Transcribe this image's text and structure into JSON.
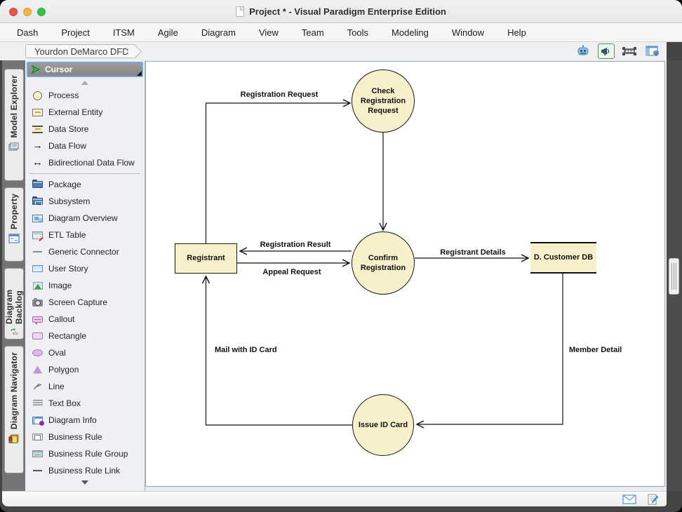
{
  "window": {
    "title": "Project * - Visual Paradigm Enterprise Edition"
  },
  "menu": {
    "items": [
      "Dash",
      "Project",
      "ITSM",
      "Agile",
      "Diagram",
      "View",
      "Team",
      "Tools",
      "Modeling",
      "Window",
      "Help"
    ]
  },
  "toolbar": {
    "breadcrumb": "Yourdon DeMarco DFD",
    "icons": [
      "robot-assistant-icon",
      "megaphone-icon",
      "fit-size-icon",
      "panel-layout-icon"
    ]
  },
  "side_tabs": {
    "items": [
      {
        "label": "Model Explorer",
        "icon": "model-explorer-icon"
      },
      {
        "label": "Property",
        "icon": "property-icon"
      },
      {
        "label": "Diagram Backlog",
        "icon": "diagram-backlog-icon"
      },
      {
        "label": "Diagram Navigator",
        "icon": "diagram-navigator-icon"
      }
    ]
  },
  "palette": {
    "selected": "Cursor",
    "items": [
      {
        "label": "Cursor",
        "icon": "cursor-icon"
      },
      {
        "label": "Process",
        "icon": "process-icon"
      },
      {
        "label": "External Entity",
        "icon": "external-entity-icon"
      },
      {
        "label": "Data Store",
        "icon": "data-store-icon"
      },
      {
        "label": "Data Flow",
        "icon": "data-flow-icon"
      },
      {
        "label": "Bidirectional Data Flow",
        "icon": "bidirectional-data-flow-icon"
      },
      {
        "label": "Package",
        "icon": "package-icon"
      },
      {
        "label": "Subsystem",
        "icon": "subsystem-icon"
      },
      {
        "label": "Diagram Overview",
        "icon": "diagram-overview-icon"
      },
      {
        "label": "ETL Table",
        "icon": "etl-table-icon"
      },
      {
        "label": "Generic Connector",
        "icon": "generic-connector-icon"
      },
      {
        "label": "User Story",
        "icon": "user-story-icon"
      },
      {
        "label": "Image",
        "icon": "image-icon"
      },
      {
        "label": "Screen Capture",
        "icon": "screen-capture-icon"
      },
      {
        "label": "Callout",
        "icon": "callout-icon"
      },
      {
        "label": "Rectangle",
        "icon": "rectangle-icon"
      },
      {
        "label": "Oval",
        "icon": "oval-icon"
      },
      {
        "label": "Polygon",
        "icon": "polygon-icon"
      },
      {
        "label": "Line",
        "icon": "line-icon"
      },
      {
        "label": "Text Box",
        "icon": "text-box-icon"
      },
      {
        "label": "Diagram Info",
        "icon": "diagram-info-icon"
      },
      {
        "label": "Business Rule",
        "icon": "business-rule-icon"
      },
      {
        "label": "Business Rule Group",
        "icon": "business-rule-group-icon"
      },
      {
        "label": "Business Rule Link",
        "icon": "business-rule-link-icon"
      }
    ]
  },
  "diagram": {
    "type": "Yourdon DeMarco Data Flow Diagram",
    "processes": [
      {
        "label": "Check Registration Request"
      },
      {
        "label": "Confirm Registration"
      },
      {
        "label": "Issue ID Card"
      }
    ],
    "external_entities": [
      {
        "label": "Registrant"
      }
    ],
    "data_stores": [
      {
        "label": "D. Customer DB"
      }
    ],
    "flows": [
      {
        "label": "Registration Request",
        "from": "Registrant",
        "to": "Check Registration Request"
      },
      {
        "label": "",
        "from": "Check Registration Request",
        "to": "Confirm Registration"
      },
      {
        "label": "Registration Result",
        "from": "Confirm Registration",
        "to": "Registrant"
      },
      {
        "label": "Appeal Request",
        "from": "Registrant",
        "to": "Confirm Registration"
      },
      {
        "label": "Registrant Details",
        "from": "Confirm Registration",
        "to": "D. Customer DB"
      },
      {
        "label": "Member Detail",
        "from": "D. Customer DB",
        "to": "Issue ID Card"
      },
      {
        "label": "Mail with ID Card",
        "from": "Issue ID Card",
        "to": "Registrant"
      }
    ],
    "colors": {
      "node_fill": "#F7F0CA",
      "node_border": "#1A1A1A"
    }
  },
  "statusbar": {
    "icons": [
      "mail-icon",
      "edit-document-icon"
    ]
  }
}
